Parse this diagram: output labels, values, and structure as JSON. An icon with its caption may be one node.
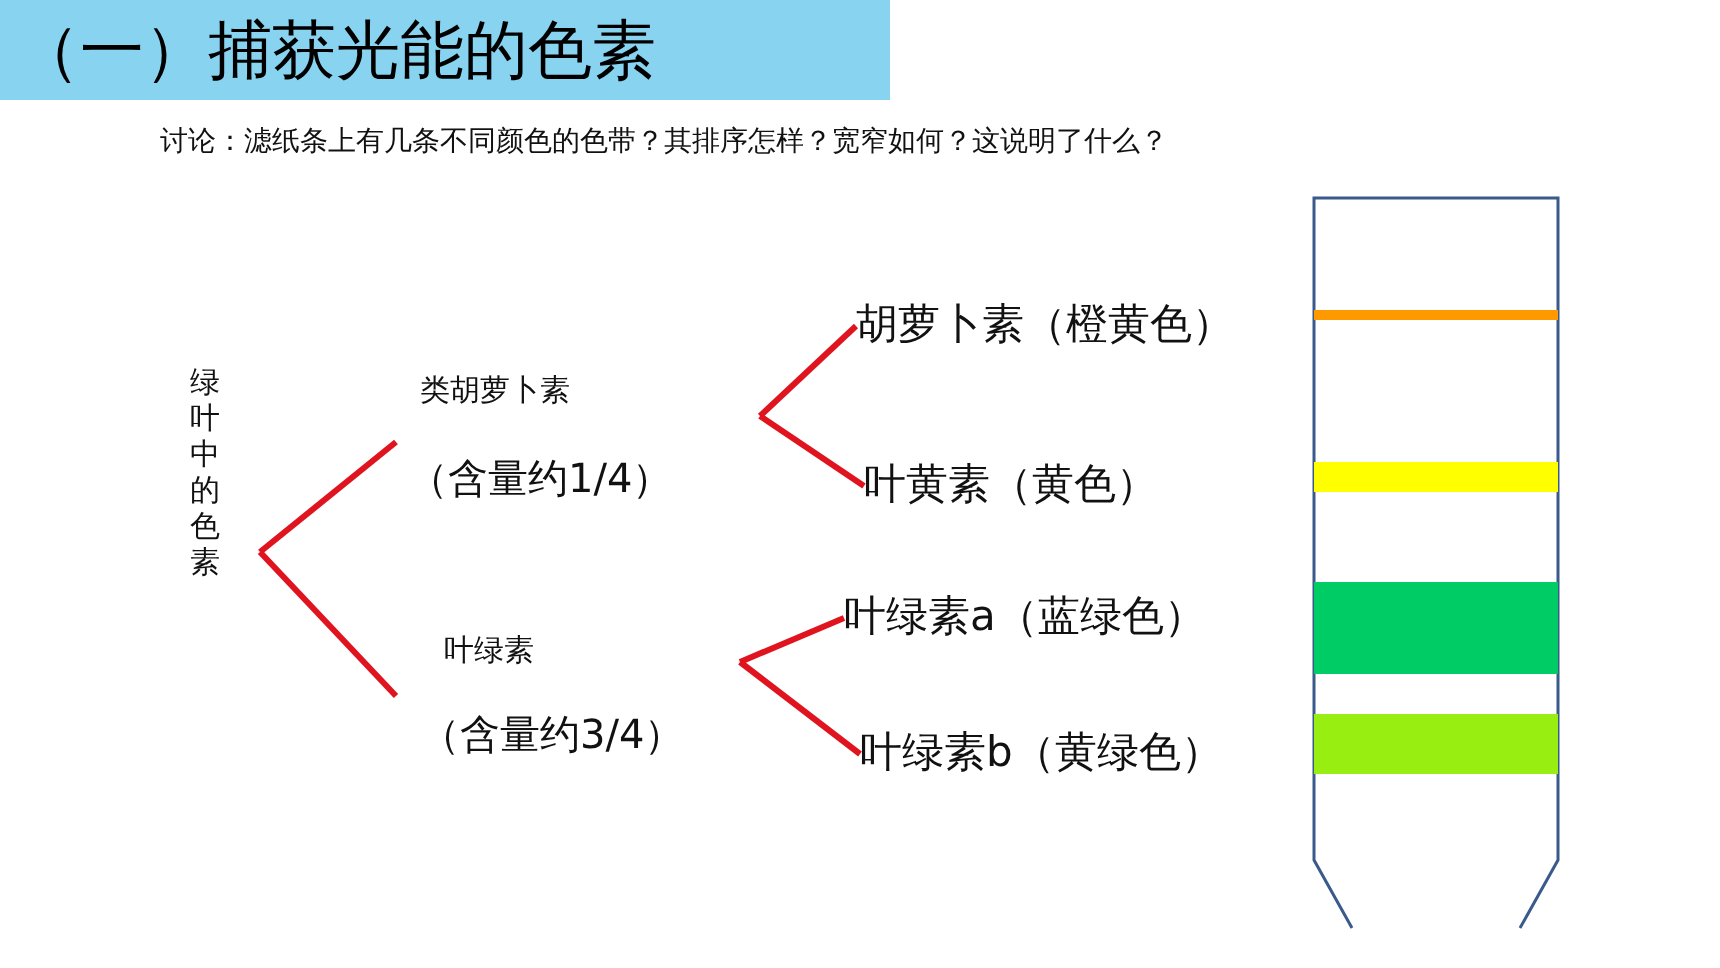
{
  "diagram": {
    "title": "（一）捕获光能的色素",
    "nodes": [
      {
        "text": [
          "绿叶中的色素"
        ]
      },
      {
        "text": [
          "类胡萝卜素",
          "（含量约1/4）"
        ]
      },
      {
        "text": [
          "叶绿素",
          "（含量约3/4）"
        ]
      },
      {
        "text": [
          "胡萝卜素（橙黄色）"
        ]
      },
      {
        "text": [
          "叶黄素（黄色）"
        ]
      },
      {
        "text": [
          "叶绿素a（蓝绿色）"
        ]
      },
      {
        "text": [
          "叶绿素b（黄绿色）"
        ]
      }
    ],
    "edges": [
      {
        "from": 0,
        "to": 1,
        "arrow": "none",
        "color": "#e0141e"
      },
      {
        "from": 0,
        "to": 2,
        "arrow": "none",
        "color": "#e0141e"
      },
      {
        "from": 1,
        "to": 3,
        "arrow": "none",
        "color": "#e0141e"
      },
      {
        "from": 1,
        "to": 4,
        "arrow": "none",
        "color": "#e0141e"
      },
      {
        "from": 2,
        "to": 5,
        "arrow": "none",
        "color": "#e0141e"
      },
      {
        "from": 2,
        "to": 6,
        "arrow": "none",
        "color": "#e0141e"
      }
    ],
    "labels": [
      "讨论：滤纸条上有几条不同颜色的色带？其排序怎样？宽窄如何？这说明了什么？"
    ]
  }
}
